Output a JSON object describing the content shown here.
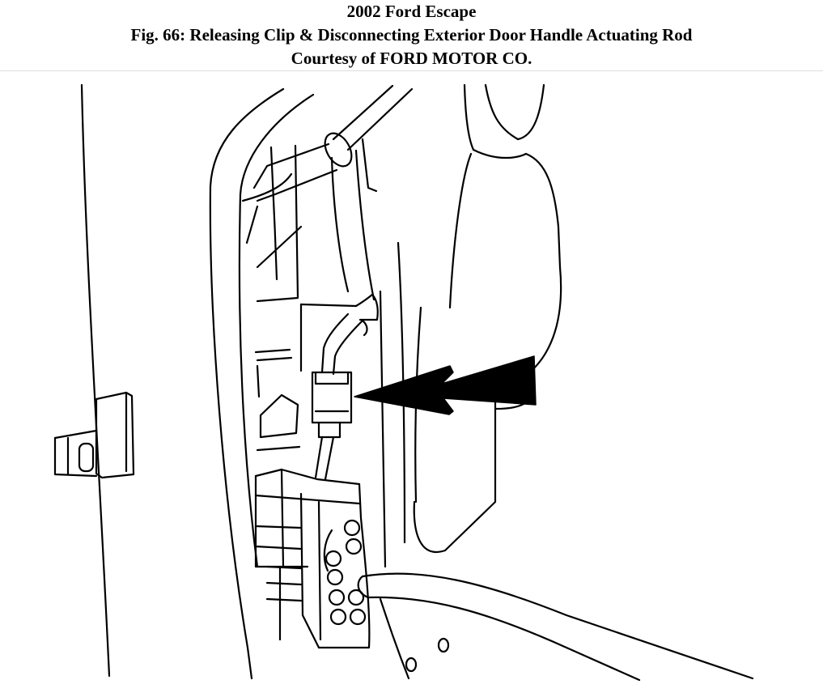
{
  "header": {
    "vehicle": "2002 Ford Escape",
    "caption": "Fig. 66: Releasing Clip & Disconnecting Exterior Door Handle Actuating Rod",
    "courtesy": "Courtesy of FORD MOTOR CO."
  },
  "figure": {
    "icons": [
      "arrow-icon",
      "arrow-icon"
    ],
    "colors": {
      "line": "#000000",
      "background": "#ffffff",
      "rule": "#dddddd"
    }
  }
}
